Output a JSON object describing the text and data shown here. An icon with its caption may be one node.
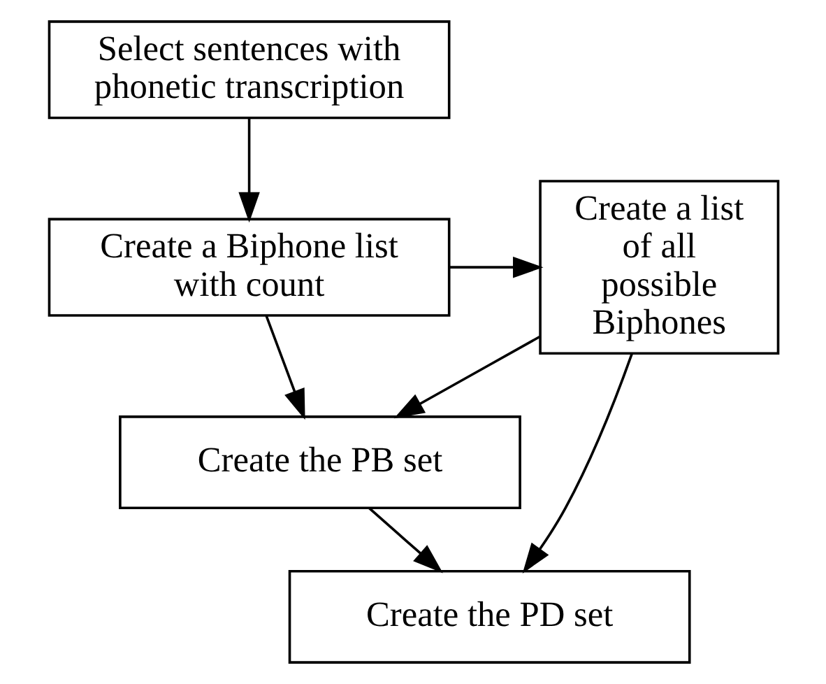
{
  "diagram": {
    "nodes": [
      {
        "text": [
          "Select sentences with phonetic transcription"
        ]
      },
      {
        "text": [
          "Create a Biphone list with count"
        ]
      },
      {
        "text": [
          "Create a list of all possible Biphones"
        ]
      },
      {
        "text": [
          "Create the PB set"
        ]
      },
      {
        "text": [
          "Create the PD set"
        ]
      }
    ],
    "edges": [
      {
        "from": 0,
        "to": 1,
        "arrow": "to"
      },
      {
        "from": 1,
        "to": 2,
        "arrow": "to"
      },
      {
        "from": 1,
        "to": 3,
        "arrow": "to"
      },
      {
        "from": 3,
        "to": 4,
        "arrow": "to"
      },
      {
        "from": 2,
        "to": 3,
        "arrow": "to"
      },
      {
        "from": 2,
        "to": 4,
        "arrow": "to"
      }
    ]
  }
}
